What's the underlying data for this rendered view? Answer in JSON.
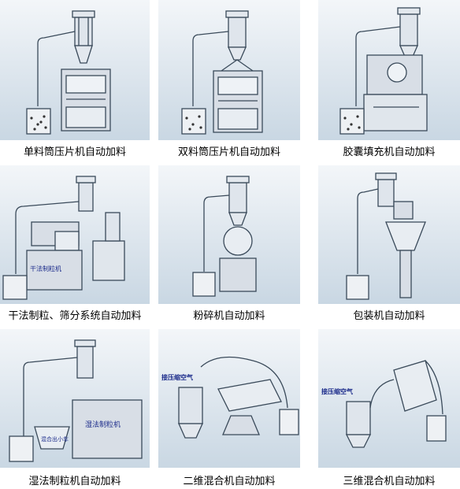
{
  "items": [
    {
      "caption": "单料筒压片机自动加料",
      "kind": "single-tablet-press"
    },
    {
      "caption": "双料筒压片机自动加料",
      "kind": "double-tablet-press"
    },
    {
      "caption": "胶囊填充机自动加料",
      "kind": "capsule-filler"
    },
    {
      "caption": "干法制粒、筛分系统自动加料",
      "kind": "dry-granulation",
      "labels": [
        "干法制粒机"
      ]
    },
    {
      "caption": "粉碎机自动加料",
      "kind": "pulverizer"
    },
    {
      "caption": "包装机自动加料",
      "kind": "packaging-machine"
    },
    {
      "caption": "湿法制粒机自动加料",
      "kind": "wet-granulator",
      "labels": [
        "湿法制粒机",
        "混合出小车"
      ]
    },
    {
      "caption": "二维混合机自动加料",
      "kind": "2d-mixer",
      "labels": [
        "接压缩空气"
      ]
    },
    {
      "caption": "三维混合机自动加料",
      "kind": "3d-mixer",
      "labels": [
        "接压缩空气"
      ]
    }
  ],
  "colors": {
    "panel_top": "#f3f6f9",
    "panel_bottom": "#c9d7e3",
    "line": "#3a4a5a",
    "body": "#d8dee6",
    "label": "#1a2a8a"
  }
}
